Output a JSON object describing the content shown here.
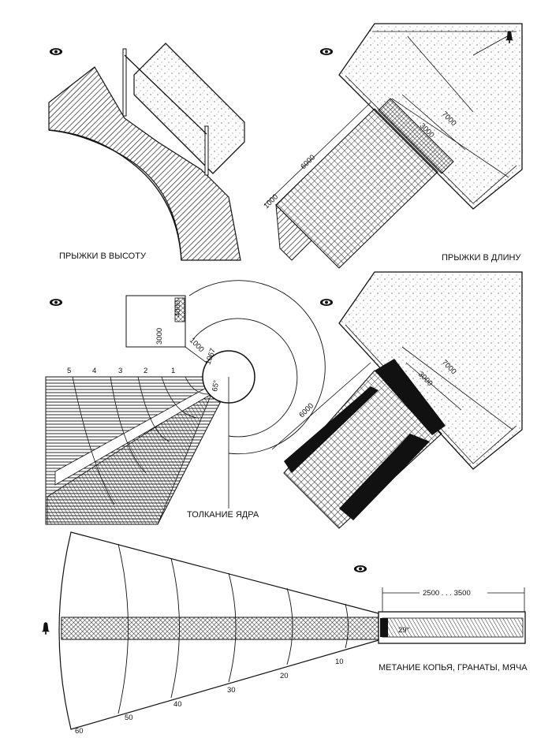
{
  "panels": {
    "high_jump": {
      "caption": "ПРЫЖКИ В ВЫСОТУ"
    },
    "long_jump": {
      "caption": "ПРЫЖКИ В ДЛИНУ",
      "dims": {
        "d7000": "7000",
        "d3000": "3000",
        "d6000": "6000",
        "d1000": "1000"
      }
    },
    "shot_put": {
      "caption": "ТОЛКАНИЕ ЯДРА",
      "dims": {
        "d4000": "4000",
        "d3000": "3000",
        "d1000": "1000",
        "d1067": "1067",
        "angle": "65°"
      },
      "arc_labels": [
        "5",
        "4",
        "3",
        "2",
        "1"
      ]
    },
    "triple_jump": {
      "dims": {
        "d7000": "7000",
        "d3000": "3000",
        "d6000": "6000"
      }
    },
    "throwing": {
      "caption": "МЕТАНИЕ КОПЬЯ, ГРАНАТЫ, МЯЧА",
      "dims": {
        "runway": "2500 . . . 3500",
        "angle": "29°"
      },
      "arc_labels": [
        "10",
        "20",
        "30",
        "40",
        "50",
        "60"
      ]
    }
  },
  "icons": {
    "view": "eye-icon",
    "bell": "bell-icon"
  }
}
